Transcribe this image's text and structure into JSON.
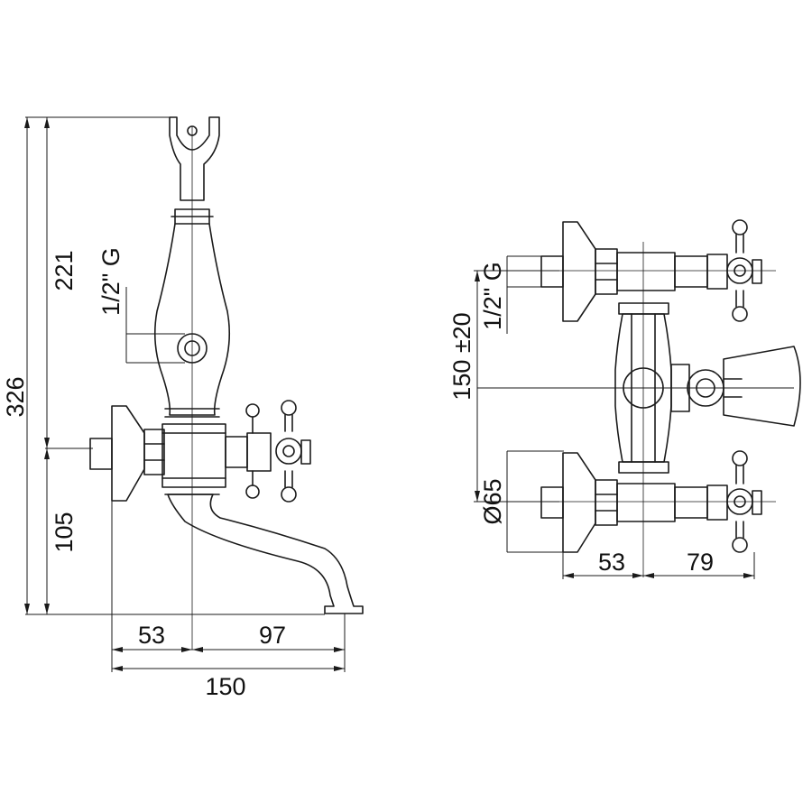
{
  "side_view": {
    "dim_total_height": "326",
    "dim_upper_height": "221",
    "dim_inlet_height": "105",
    "dim_thread": "1/2\" G",
    "dim_left_offset": "53",
    "dim_spout_reach": "97",
    "dim_total_width": "150"
  },
  "front_view": {
    "dim_centers": "150 ±20",
    "dim_thread": "1/2\" G",
    "dim_escutcheon": "Ø65",
    "dim_left_offset": "53",
    "dim_handle_reach": "79"
  }
}
